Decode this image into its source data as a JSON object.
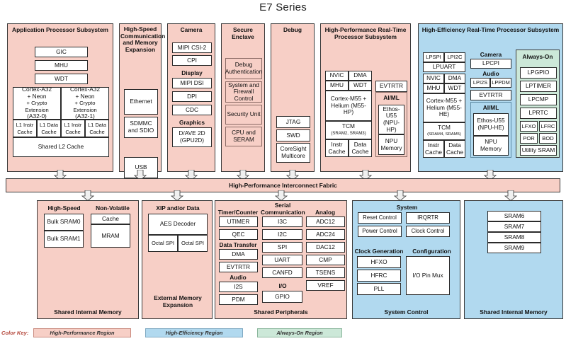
{
  "title": "E7 Series",
  "fabric": {
    "label": "High-Performance Interconnect Fabric"
  },
  "colors": {
    "high_performance_region": "#f7cfc6",
    "high_efficiency_region": "#b1d9ef",
    "always_on_region": "#cce8d8",
    "box_fill": "#ffffff",
    "border": "#2b2b2b"
  },
  "color_key": {
    "label": "Color Key:",
    "items": [
      {
        "label": "High-Performance Region",
        "color": "#f7cfc6"
      },
      {
        "label": "High-Efficiency Region",
        "color": "#b1d9ef"
      },
      {
        "label": "Always-On Region",
        "color": "#cce8d8"
      }
    ]
  },
  "top_row": {
    "application_processor_subsystem": {
      "title": "Application Processor Subsystem",
      "region": "high-performance",
      "blocks": [
        "GIC",
        "MHU",
        "WDT"
      ],
      "cores": [
        {
          "name": "Cortex-A32",
          "ext1": "+ Neon",
          "ext2": "+ Crypto Extension",
          "id": "(A32-0)",
          "caches": [
            "L1 Instr Cache",
            "L1 Data Cache"
          ]
        },
        {
          "name": "Cortex-A32",
          "ext1": "+ Neon",
          "ext2": "+ Crypto Extension",
          "id": "(A32-1)",
          "caches": [
            "L1 Instr Cache",
            "L1 Data Cache"
          ]
        }
      ],
      "shared_cache": "Shared L2 Cache"
    },
    "high_speed_comm": {
      "title": "High-Speed Communication and Memory Expansion",
      "region": "high-performance",
      "blocks": [
        "Ethernet",
        "SDMMC and SDIO",
        "USB"
      ]
    },
    "camera": {
      "title": "Camera",
      "region": "high-performance",
      "blocks": [
        "MIPI CSI-2",
        "CPI"
      ],
      "groups": [
        {
          "title": "Display",
          "blocks": [
            "MIPI DSI",
            "DPI",
            "CDC"
          ]
        },
        {
          "title": "Graphics",
          "blocks": [
            "D/AVE 2D (GPU2D)"
          ]
        }
      ]
    },
    "secure_enclave": {
      "title": "Secure Enclave",
      "region": "high-performance",
      "blocks": [
        "Debug Authentication",
        "System and Firewall Control",
        "Security Unit",
        "CPU and SERAM"
      ]
    },
    "debug": {
      "title": "Debug",
      "region": "high-performance",
      "blocks": [
        "JTAG",
        "SWD",
        "CoreSight Multicore"
      ]
    },
    "hp_realtime": {
      "title": "High-Performance Real-Time Processor Subsystem",
      "region": "high-performance",
      "cpu": {
        "blocks_row1": [
          "NVIC",
          "DMA"
        ],
        "blocks_row2": [
          "MHU",
          "WDT"
        ],
        "core": "Cortex-M55 + Helium (M55-HP)",
        "tcm_label": "TCM",
        "tcm_sub": "(SRAM2, SRAM3)",
        "caches": [
          "Instr Cache",
          "Data Cache"
        ]
      },
      "evtrtr": "EVTRTR",
      "aiml": {
        "title": "AI/ML",
        "npu": "Ethos-U55 (NPU-HP)",
        "npu_memory": "NPU Memory"
      }
    },
    "he_realtime": {
      "title": "High-Efficiency Real-Time Processor Subsystem",
      "region": "high-efficiency",
      "cpu": {
        "blocks_row1": [
          "LPSPI",
          "LPI2C"
        ],
        "lpuart": "LPUART",
        "blocks_row2": [
          "NVIC",
          "DMA"
        ],
        "blocks_row3": [
          "MHU",
          "WDT"
        ],
        "core": "Cortex-M55 + Helium (M55-HE)",
        "tcm_label": "TCM",
        "tcm_sub": "(SRAM4, SRAM5)",
        "caches": [
          "Instr Cache",
          "Data Cache"
        ]
      },
      "camera": {
        "title": "Camera",
        "blocks": [
          "LPCPI"
        ]
      },
      "audio": {
        "title": "Audio",
        "blocks": [
          "LPI2S",
          "LPPDM"
        ]
      },
      "evtrtr": "EVTRTR",
      "aiml": {
        "title": "AI/ML",
        "npu": "Ethos-U55 (NPU-HE)",
        "npu_memory": "NPU Memory"
      },
      "always_on": {
        "title": "Always-On",
        "region": "always-on",
        "blocks": [
          "LPGPIO",
          "LPTIMER",
          "LPCMP",
          "LPRTC"
        ],
        "pairs": [
          [
            "LFXO",
            "LFRC"
          ],
          [
            "POR",
            "BOD"
          ]
        ],
        "last": "Utility SRAM"
      }
    }
  },
  "bottom_row": {
    "shared_internal_memory_left": {
      "title": "Shared Internal Memory",
      "region": "high-performance",
      "groups": [
        {
          "title": "High-Speed",
          "blocks": [
            "Bulk SRAM0",
            "Bulk SRAM1"
          ]
        },
        {
          "title": "Non-Volatile",
          "blocks": [
            "Cache",
            "MRAM"
          ]
        }
      ]
    },
    "external_memory_expansion": {
      "title": "External Memory Expansion",
      "region": "high-performance",
      "group_title": "XIP and/or Data",
      "aes": "AES Decoder",
      "spi": [
        "Octal SPI",
        "Octal SPI"
      ]
    },
    "shared_peripherals": {
      "title": "Shared Peripherals",
      "region": "high-performance",
      "columns": [
        {
          "groups": [
            {
              "title": "Timer/Counter",
              "blocks": [
                "UTIMER",
                "QEC"
              ]
            },
            {
              "title": "Data Transfer",
              "blocks": [
                "DMA",
                "EVTRTR"
              ]
            },
            {
              "title": "Audio",
              "blocks": [
                "I2S",
                "PDM"
              ]
            }
          ]
        },
        {
          "groups": [
            {
              "title": "Serial Communication",
              "blocks": [
                "I3C",
                "I2C",
                "SPI",
                "UART",
                "CANFD"
              ]
            },
            {
              "title": "I/O",
              "blocks": [
                "GPIO"
              ]
            }
          ]
        },
        {
          "groups": [
            {
              "title": "Analog",
              "blocks": [
                "ADC12",
                "ADC24",
                "DAC12",
                "CMP",
                "TSENS",
                "VREF"
              ]
            }
          ]
        }
      ]
    },
    "system_control": {
      "title": "System Control",
      "region": "high-efficiency",
      "system": {
        "title": "System",
        "rows": [
          [
            "Reset Control",
            "IRQRTR"
          ],
          [
            "Power Control",
            "Clock Control"
          ]
        ]
      },
      "clock_generation": {
        "title": "Clock Generation",
        "blocks": [
          "HFXO",
          "HFRC",
          "PLL"
        ]
      },
      "configuration": {
        "title": "Configuration",
        "blocks": [
          "I/O Pin Mux"
        ]
      }
    },
    "shared_internal_memory_right": {
      "title": "Shared Internal Memory",
      "region": "high-efficiency",
      "blocks": [
        "SRAM6",
        "SRAM7",
        "SRAM8",
        "SRAM9"
      ]
    }
  },
  "arrows": {
    "icon": "bidirectional-block-arrow",
    "top_count": 7,
    "bottom_count": 5
  }
}
